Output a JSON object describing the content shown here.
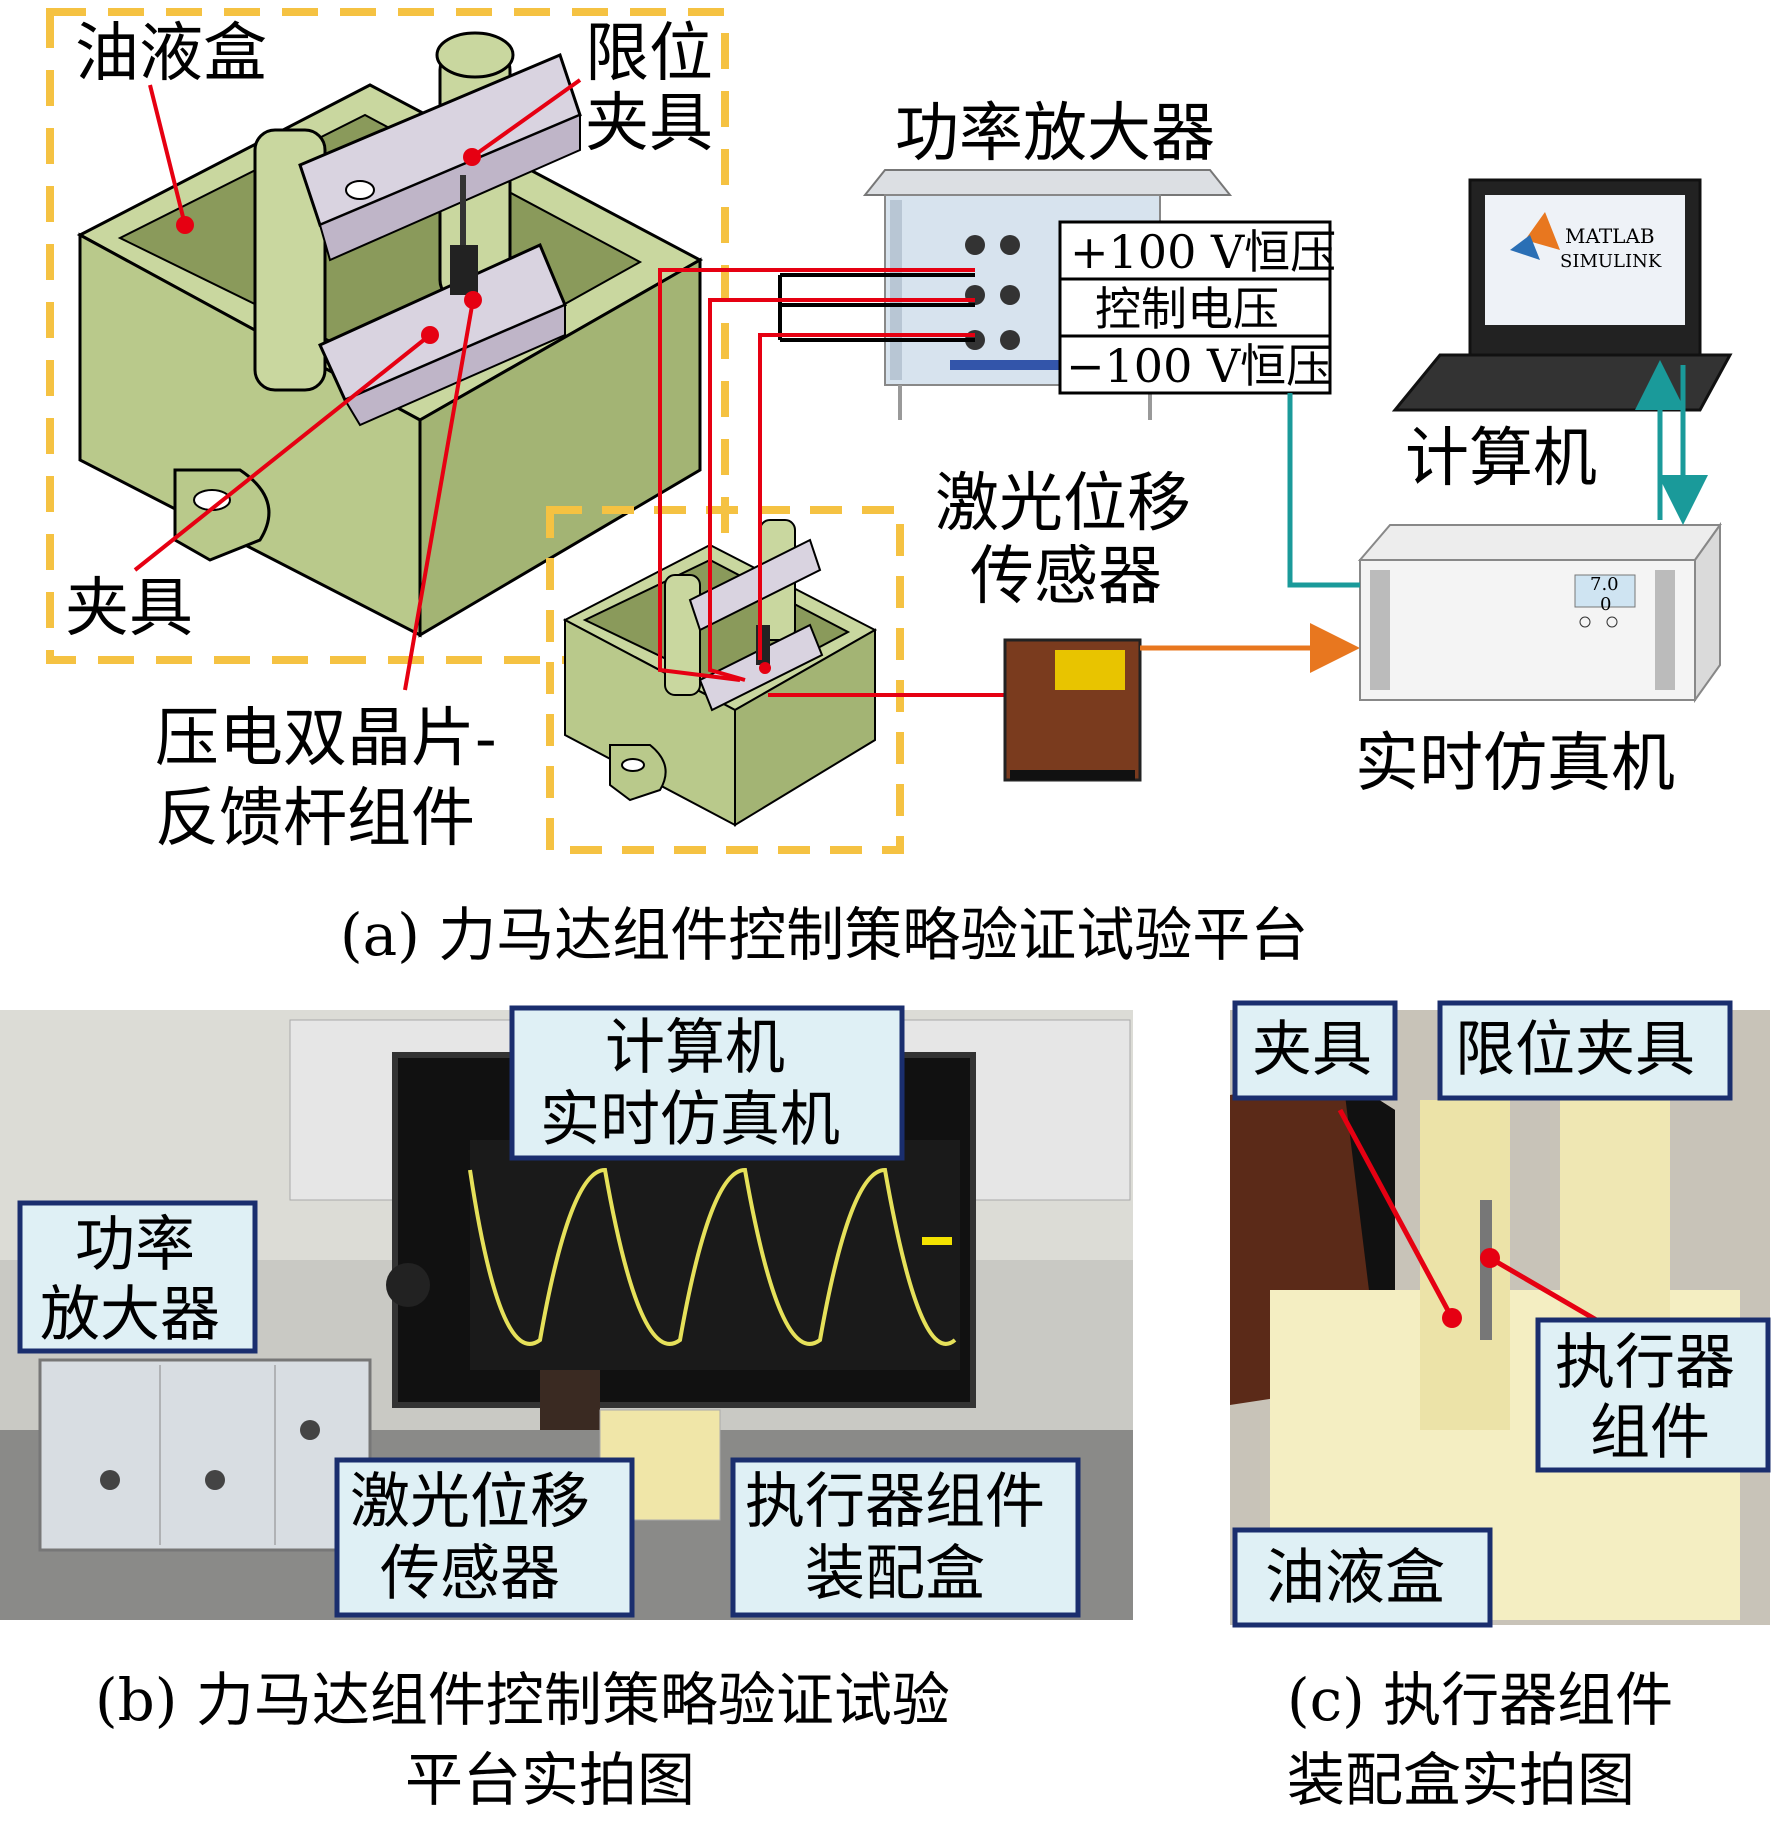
{
  "panel_a": {
    "labels": {
      "oil_box": "油液盒",
      "limit_clamp": [
        "限位",
        "夹具"
      ],
      "clamp": "夹具",
      "bimorph": [
        "压电双晶片-",
        "反馈杆组件"
      ],
      "power_amp": "功率放大器",
      "plus_100v": "+100 V恒压",
      "control_voltage": "控制电压",
      "minus_100v": "−100 V恒压",
      "laser_sensor": [
        "激光位移",
        "传感器"
      ],
      "computer": "计算机",
      "realtime_sim": "实时仿真机",
      "matlab_logo": [
        "MATLAB",
        "SIMULINK"
      ],
      "sim_display": [
        "7.0",
        "0"
      ]
    },
    "caption": "(a) 力马达组件控制策略验证试验平台"
  },
  "panel_b": {
    "labels": {
      "computer_sim": [
        "计算机",
        "实时仿真机"
      ],
      "power_amp": [
        "功率",
        "放大器"
      ],
      "laser_sensor": [
        "激光位移",
        "传感器"
      ],
      "actuator_box": [
        "执行器组件",
        "装配盒"
      ]
    },
    "caption": [
      "(b) 力马达组件控制策略验证试验",
      "平台实拍图"
    ]
  },
  "panel_c": {
    "labels": {
      "clamp": "夹具",
      "limit_clamp": "限位夹具",
      "actuator": [
        "执行器",
        "组件"
      ],
      "oil_box": "油液盒"
    },
    "caption": [
      "(c) 执行器组件",
      "装配盒实拍图"
    ]
  },
  "colors": {
    "dash_box": "#f5c242",
    "red_wire": "#e60012",
    "teal_wire": "#1a9a9a",
    "orange_arrow": "#e8771f",
    "box_green": "#b9c98b",
    "label_bg": "#dff0f5",
    "label_border": "#1a2e6e"
  }
}
